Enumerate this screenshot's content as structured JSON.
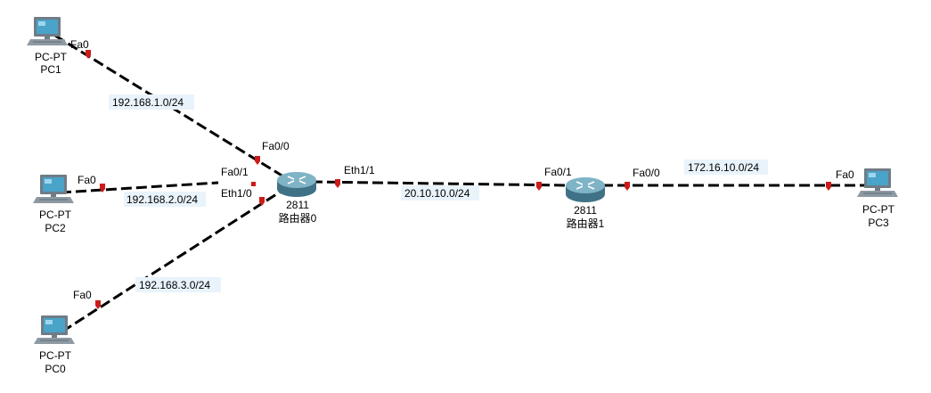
{
  "devices": {
    "pc1": {
      "model": "PC-PT",
      "name": "PC1"
    },
    "pc2": {
      "model": "PC-PT",
      "name": "PC2"
    },
    "pc0": {
      "model": "PC-PT",
      "name": "PC0"
    },
    "pc3": {
      "model": "PC-PT",
      "name": "PC3"
    },
    "router0": {
      "model": "2811",
      "name": "路由器0"
    },
    "router1": {
      "model": "2811",
      "name": "路由器1"
    }
  },
  "interfaces": {
    "pc1_fa0": "Fa0",
    "pc2_fa0": "Fa0",
    "pc0_fa0": "Fa0",
    "pc3_fa0": "Fa0",
    "r0_fa00": "Fa0/0",
    "r0_fa01": "Fa0/1",
    "r0_eth10": "Eth1/0",
    "r0_eth11": "Eth1/1",
    "r1_fa01": "Fa0/1",
    "r1_fa00": "Fa0/0"
  },
  "networks": {
    "net_pc1": "192.168.1.0/24",
    "net_pc2": "192.168.2.0/24",
    "net_pc0": "192.168.3.0/24",
    "net_r0_r1": "20.10.10.0/24",
    "net_pc3": "172.16.10.0/24"
  },
  "colors": {
    "link_up": "#cc1b1b",
    "router_body": "#5f97ad",
    "pc_screen": "#4aa3c8"
  }
}
